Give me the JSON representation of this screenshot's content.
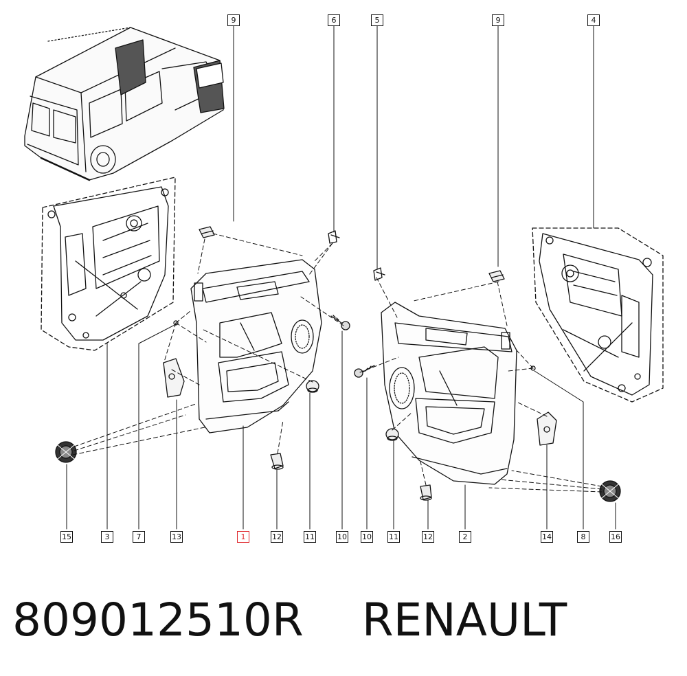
{
  "callouts_top": [
    "9",
    "6",
    "5",
    "9",
    "4"
  ],
  "callouts_bottom": [
    "15",
    "3",
    "7",
    "13",
    "1",
    "12",
    "11",
    "10",
    "10",
    "11",
    "12",
    "2",
    "14",
    "8",
    "16"
  ],
  "highlighted_callout": "1",
  "caption": {
    "part_number": "809012510R",
    "brand": "RENAULT"
  },
  "colors": {
    "line": "#111111",
    "highlight": "#e0262b",
    "background": "#ffffff"
  }
}
